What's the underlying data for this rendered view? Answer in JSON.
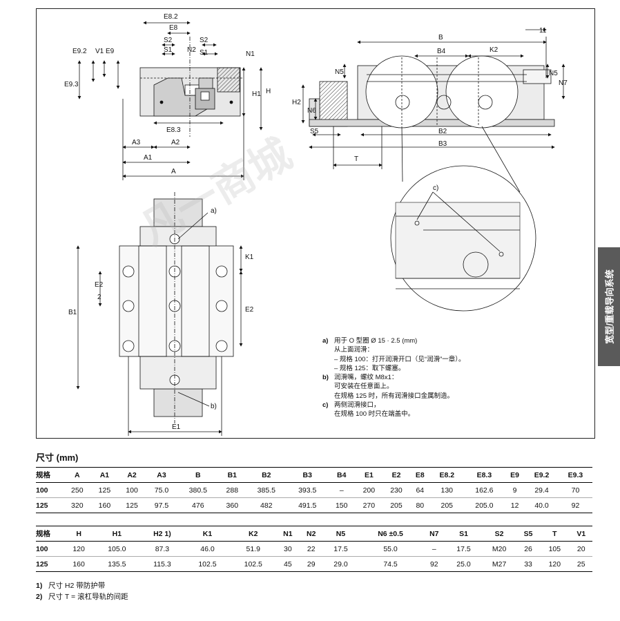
{
  "side_tab": "宽型/重载导向系统",
  "watermark": "凡一商城",
  "labels": {
    "E82": "E8.2",
    "E8": "E8",
    "S2": "S2",
    "S1": "S1",
    "N2": "N2",
    "N1": "N1",
    "E92": "E9.2",
    "V1": "V1",
    "E9": "E9",
    "E93": "E9.3",
    "H1": "H1",
    "H": "H",
    "E83": "E8.3",
    "A3": "A3",
    "A2": "A2",
    "A1": "A1",
    "A": "A",
    "B": "B",
    "B4": "B4",
    "K2": "K2",
    "dim11": "11",
    "N5": "N5",
    "N7": "N7",
    "H2": "H2",
    "N6": "N6",
    "S5": "S5",
    "B2": "B2",
    "B3": "B3",
    "T": "T",
    "c": "c)",
    "a": "a)",
    "b": "b)",
    "K1": "K1",
    "E2half": "E2",
    "half": "2",
    "B1": "B1",
    "E2": "E2",
    "E1": "E1"
  },
  "notes": [
    {
      "label": "a)",
      "lines": [
        "用于 O 型圈 Ø 15 · 2.5 (mm)",
        "从上面润滑：",
        "– 规格 100：打开润滑开口（见“润滑”一章）。",
        "– 规格 125：取下螺塞。"
      ]
    },
    {
      "label": "b)",
      "lines": [
        "润滑嘴，螺纹 M8x1：",
        "可安装在任意面上。",
        "在规格 125 时，所有润滑接口金属制造。"
      ]
    },
    {
      "label": "c)",
      "lines": [
        "两侧润滑接口，",
        "在规格 100 时只在端盖中。"
      ]
    }
  ],
  "table_title": "尺寸 (mm)",
  "table1": {
    "headers": [
      "规格",
      "A",
      "A1",
      "A2",
      "A3",
      "B",
      "B1",
      "B2",
      "B3",
      "B4",
      "E1",
      "E2",
      "E8",
      "E8.2",
      "E8.3",
      "E9",
      "E9.2",
      "E9.3"
    ],
    "rows": [
      [
        "100",
        "250",
        "125",
        "100",
        "75.0",
        "380.5",
        "288",
        "385.5",
        "393.5",
        "–",
        "200",
        "230",
        "64",
        "130",
        "162.6",
        "9",
        "29.4",
        "70"
      ],
      [
        "125",
        "320",
        "160",
        "125",
        "97.5",
        "476",
        "360",
        "482",
        "491.5",
        "150",
        "270",
        "205",
        "80",
        "205",
        "205.0",
        "12",
        "40.0",
        "92"
      ]
    ]
  },
  "table2": {
    "headers": [
      "规格",
      "H",
      "H1",
      "H2 1)",
      "K1",
      "K2",
      "N1",
      "N2",
      "N5",
      "N6 ±0.5",
      "N7",
      "S1",
      "S2",
      "S5",
      "T",
      "V1"
    ],
    "rows": [
      [
        "100",
        "120",
        "105.0",
        "87.3",
        "46.0",
        "51.9",
        "30",
        "22",
        "17.5",
        "55.0",
        "–",
        "17.5",
        "M20",
        "26",
        "105",
        "20"
      ],
      [
        "125",
        "160",
        "135.5",
        "115.3",
        "102.5",
        "102.5",
        "45",
        "29",
        "29.0",
        "74.5",
        "92",
        "25.0",
        "M27",
        "33",
        "120",
        "25"
      ]
    ]
  },
  "footnotes": [
    {
      "num": "1)",
      "text": "尺寸 H2 带防护带"
    },
    {
      "num": "2)",
      "text": "尺寸 T = 滚杠导轨的间距"
    }
  ]
}
